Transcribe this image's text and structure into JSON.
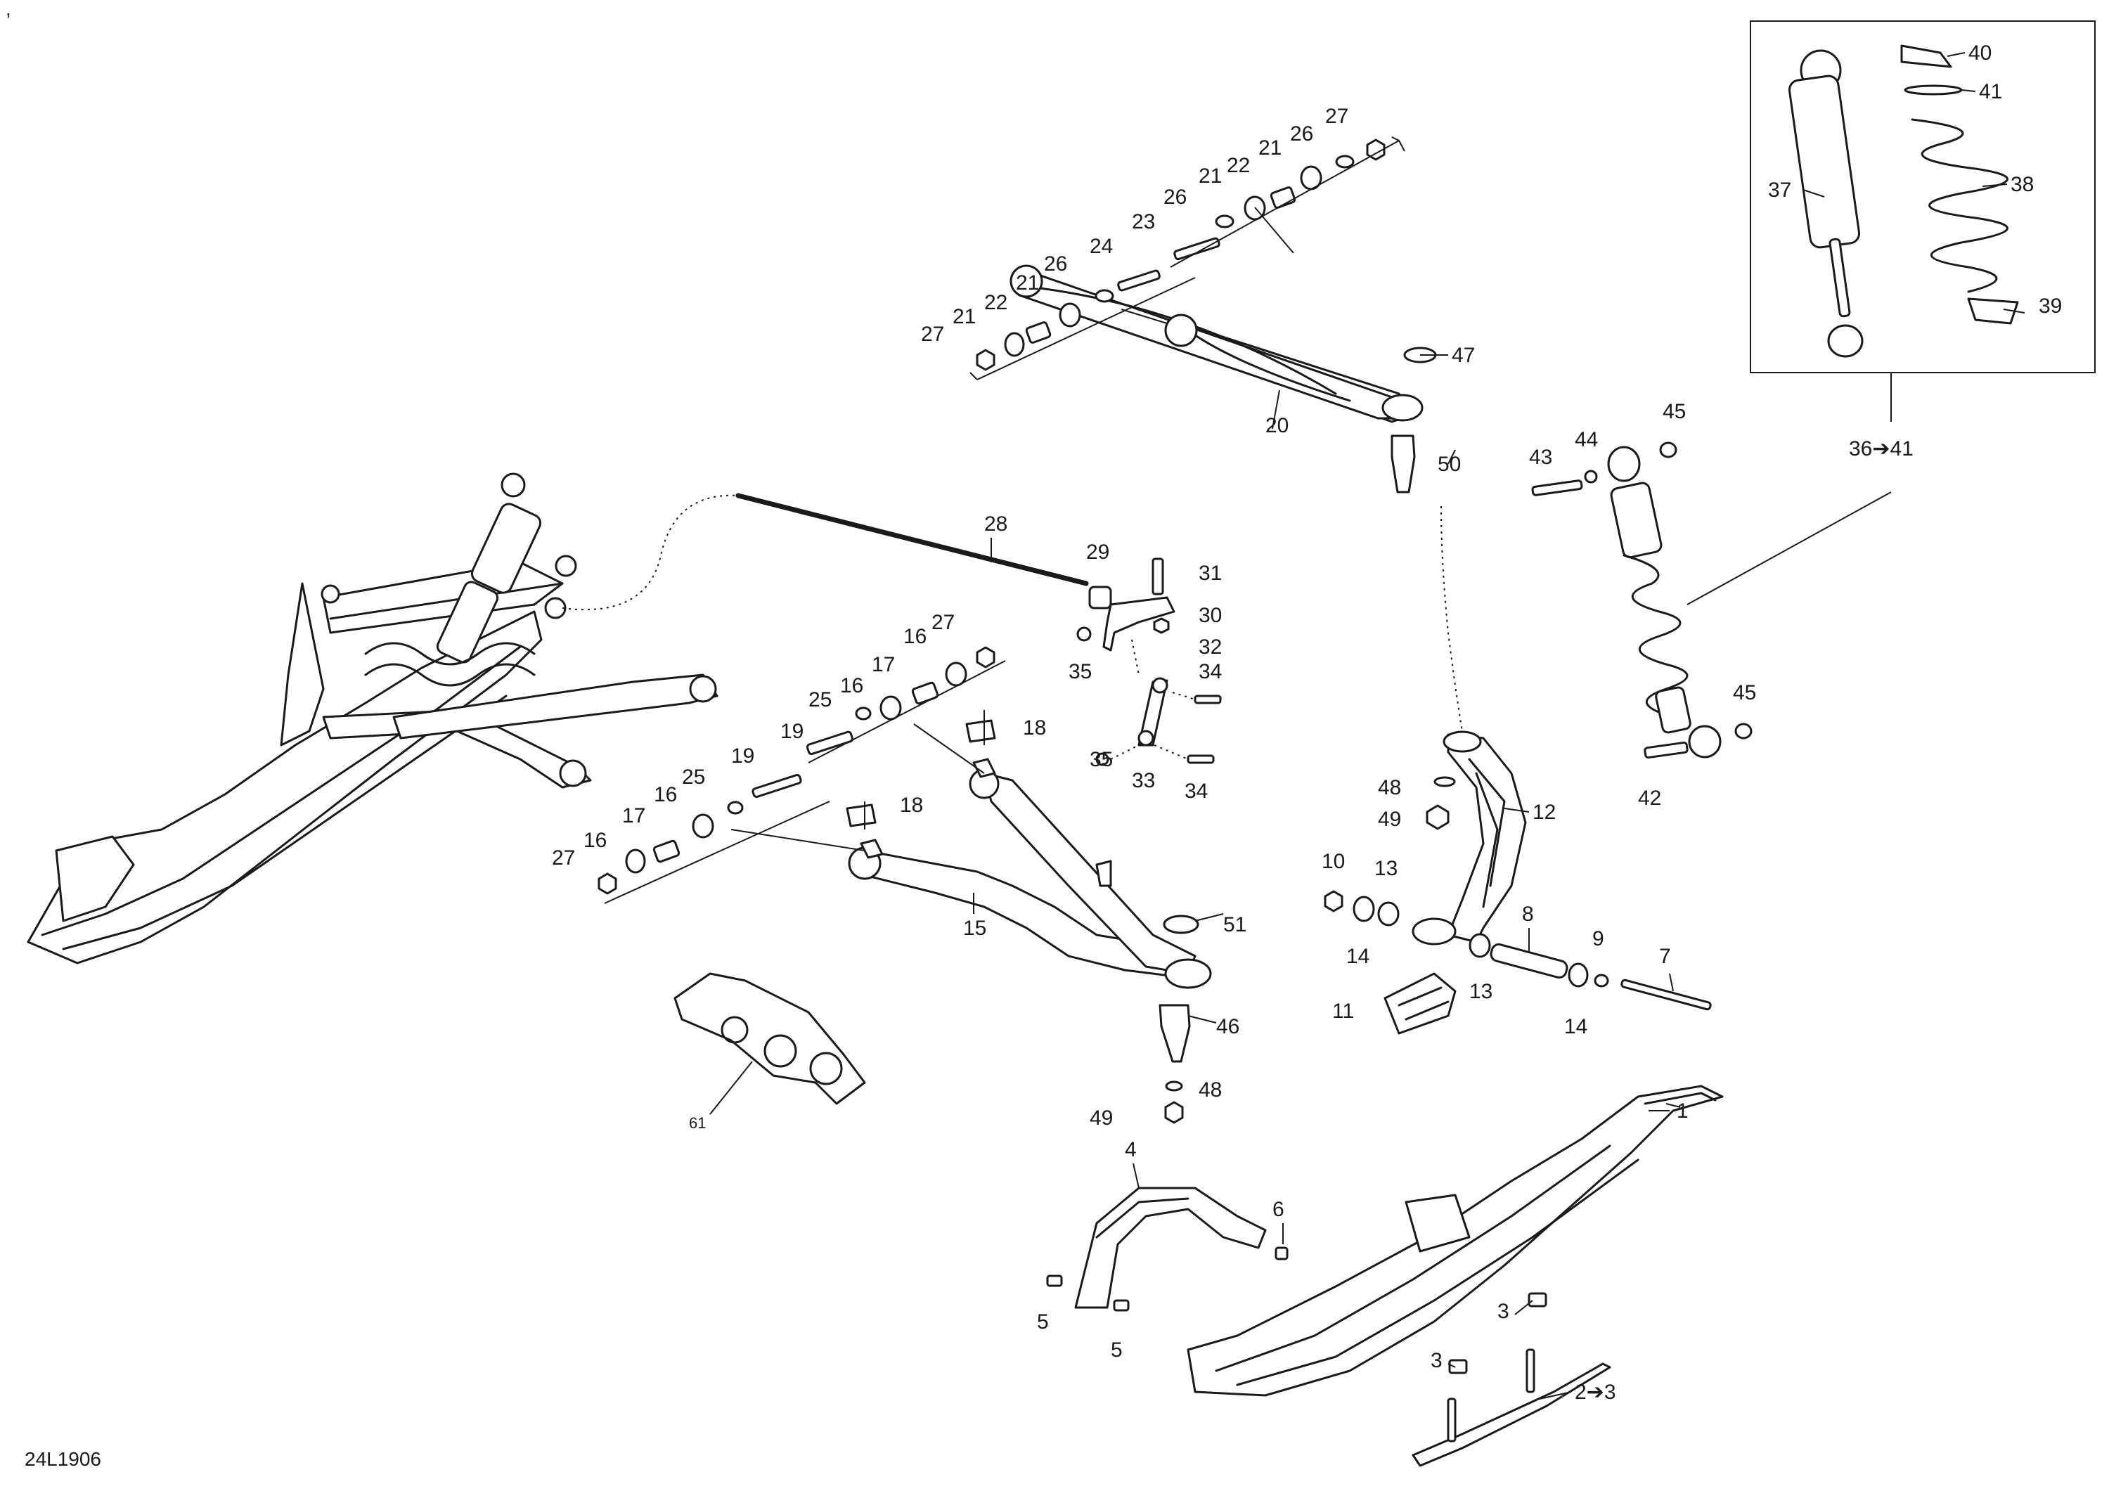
{
  "diagram_code": "24L1906",
  "corner_mark": ",",
  "callouts": {
    "c1": "1",
    "c2": "2➔3",
    "c3a": "3",
    "c3b": "3",
    "c4": "4",
    "c5a": "5",
    "c5b": "5",
    "c6": "6",
    "c7": "7",
    "c8": "8",
    "c9": "9",
    "c10": "10",
    "c11": "11",
    "c12": "12",
    "c13a": "13",
    "c13b": "13",
    "c14a": "14",
    "c14b": "14",
    "c15": "15",
    "c16a": "16",
    "c16b": "16",
    "c16c": "16",
    "c16d": "16",
    "c17a": "17",
    "c17b": "17",
    "c18a": "18",
    "c18b": "18",
    "c19a": "19",
    "c19b": "19",
    "c20": "20",
    "c21a": "21",
    "c21b": "21",
    "c21c": "21",
    "c21d": "21",
    "c22a": "22",
    "c22b": "22",
    "c23": "23",
    "c24": "24",
    "c25a": "25",
    "c25b": "25",
    "c26a": "26",
    "c26b": "26",
    "c26c": "26",
    "c27a": "27",
    "c27b": "27",
    "c27c": "27",
    "c27d": "27",
    "c28": "28",
    "c29": "29",
    "c30": "30",
    "c31": "31",
    "c32": "32",
    "c33": "33",
    "c34a": "34",
    "c34b": "34",
    "c35a": "35",
    "c35b": "35",
    "c36": "36➔41",
    "c37": "37",
    "c38": "38",
    "c39": "39",
    "c40": "40",
    "c41": "41",
    "c42": "42",
    "c43": "43",
    "c44": "44",
    "c45a": "45",
    "c45b": "45",
    "c46": "46",
    "c47": "47",
    "c48a": "48",
    "c48b": "48",
    "c49a": "49",
    "c49b": "49",
    "c50": "50",
    "c51": "51",
    "c61": "61"
  }
}
